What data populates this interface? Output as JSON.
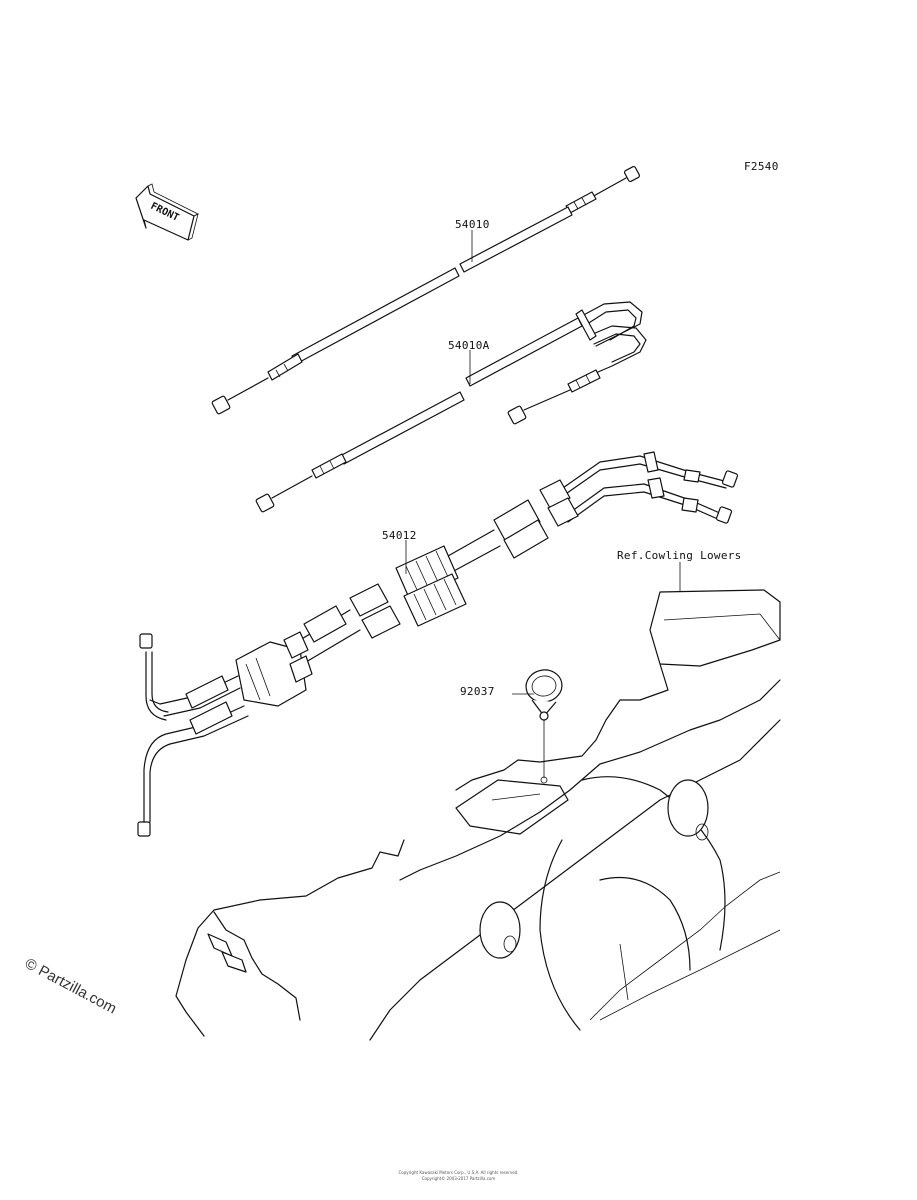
{
  "figure_code": "F2540",
  "front_arrow_text": "FRONT",
  "callouts": {
    "cable_upper": "54010",
    "cable_lower": "54010A",
    "throttle_cable": "54012",
    "clamp": "92037",
    "ref_note": "Ref.Cowling Lowers"
  },
  "watermark": "© Partzilla.com",
  "footer": [
    "Copyright Kawasaki Motors Corp., U.S.A. All rights reserved.",
    "Copyright© 2003-2017 Partzilla.com"
  ]
}
